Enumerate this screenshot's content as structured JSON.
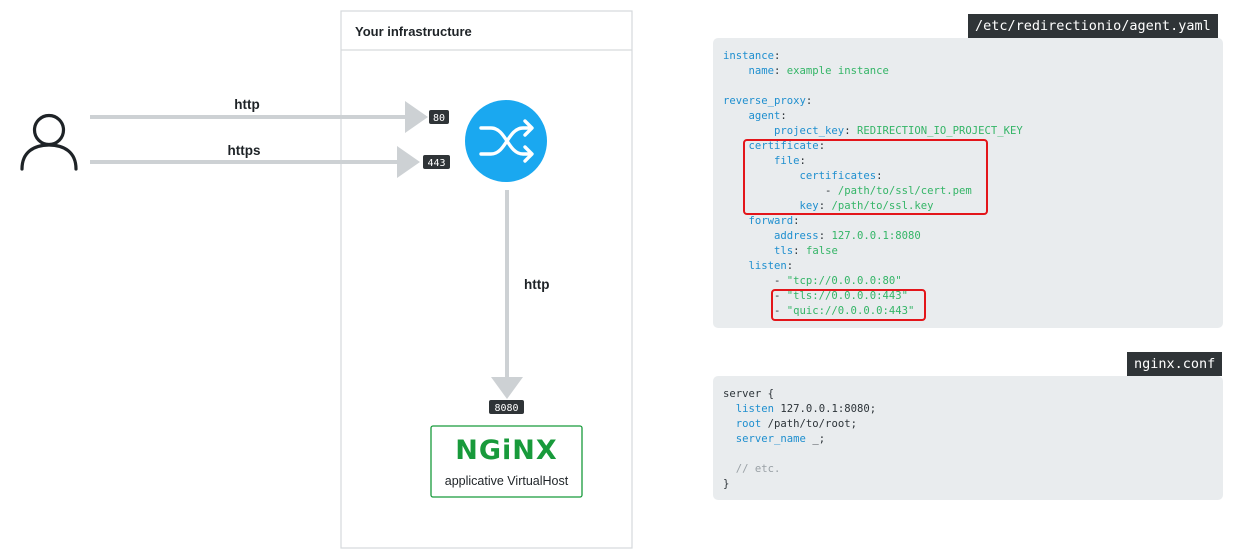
{
  "infrastructure": {
    "title": "Your infrastructure"
  },
  "connections": {
    "http_label": "http",
    "https_label": "https",
    "internal_label": "http"
  },
  "ports": {
    "http": "80",
    "https": "443",
    "backend": "8080"
  },
  "nginx": {
    "logo": "NGiNX",
    "caption": "applicative VirtualHost",
    "color": "#189a3b"
  },
  "colors": {
    "proxy": "#1aa8f0",
    "arrow": "#cdd1d4",
    "highlight": "#e3151a",
    "key": "#1f8fcf",
    "string": "#34b567"
  },
  "icons": {
    "user": "user-icon",
    "proxy": "shuffle-icon"
  },
  "agent_config": {
    "filename": "/etc/redirectionio/agent.yaml",
    "lines": [
      [
        [
          "k",
          "instance"
        ],
        [
          "p",
          ":"
        ]
      ],
      [
        [
          "p",
          "    "
        ],
        [
          "k",
          "name"
        ],
        [
          "p",
          ": "
        ],
        [
          "s",
          "example instance"
        ]
      ],
      [],
      [
        [
          "k",
          "reverse_proxy"
        ],
        [
          "p",
          ":"
        ]
      ],
      [
        [
          "p",
          "    "
        ],
        [
          "k",
          "agent"
        ],
        [
          "p",
          ":"
        ]
      ],
      [
        [
          "p",
          "        "
        ],
        [
          "k",
          "project_key"
        ],
        [
          "p",
          ": "
        ],
        [
          "s",
          "REDIRECTION_IO_PROJECT_KEY"
        ]
      ],
      [
        [
          "p",
          "    "
        ],
        [
          "k",
          "certificate"
        ],
        [
          "p",
          ":"
        ]
      ],
      [
        [
          "p",
          "        "
        ],
        [
          "k",
          "file"
        ],
        [
          "p",
          ":"
        ]
      ],
      [
        [
          "p",
          "            "
        ],
        [
          "k",
          "certificates"
        ],
        [
          "p",
          ":"
        ]
      ],
      [
        [
          "p",
          "                - "
        ],
        [
          "s",
          "/path/to/ssl/cert.pem"
        ]
      ],
      [
        [
          "p",
          "            "
        ],
        [
          "k",
          "key"
        ],
        [
          "p",
          ": "
        ],
        [
          "s",
          "/path/to/ssl.key"
        ]
      ],
      [
        [
          "p",
          "    "
        ],
        [
          "k",
          "forward"
        ],
        [
          "p",
          ":"
        ]
      ],
      [
        [
          "p",
          "        "
        ],
        [
          "k",
          "address"
        ],
        [
          "p",
          ": "
        ],
        [
          "s",
          "127.0.0.1:8080"
        ]
      ],
      [
        [
          "p",
          "        "
        ],
        [
          "k",
          "tls"
        ],
        [
          "p",
          ": "
        ],
        [
          "s",
          "false"
        ]
      ],
      [
        [
          "p",
          "    "
        ],
        [
          "k",
          "listen"
        ],
        [
          "p",
          ":"
        ]
      ],
      [
        [
          "p",
          "        - "
        ],
        [
          "s",
          "\"tcp://0.0.0.0:80\""
        ]
      ],
      [
        [
          "p",
          "        - "
        ],
        [
          "s",
          "\"tls://0.0.0.0:443\""
        ]
      ],
      [
        [
          "p",
          "        - "
        ],
        [
          "s",
          "\"quic://0.0.0.0:443\""
        ]
      ]
    ]
  },
  "nginx_config": {
    "filename": "nginx.conf",
    "lines": [
      [
        [
          "p",
          "server {"
        ]
      ],
      [
        [
          "p",
          "  "
        ],
        [
          "k",
          "listen"
        ],
        [
          "p",
          " 127.0.0.1:8080;"
        ]
      ],
      [
        [
          "p",
          "  "
        ],
        [
          "k",
          "root"
        ],
        [
          "p",
          " /path/to/root;"
        ]
      ],
      [
        [
          "p",
          "  "
        ],
        [
          "k",
          "server_name"
        ],
        [
          "p",
          " _;"
        ]
      ],
      [],
      [
        [
          "p",
          "  "
        ],
        [
          "c",
          "// etc."
        ]
      ],
      [
        [
          "p",
          "}"
        ]
      ]
    ]
  }
}
